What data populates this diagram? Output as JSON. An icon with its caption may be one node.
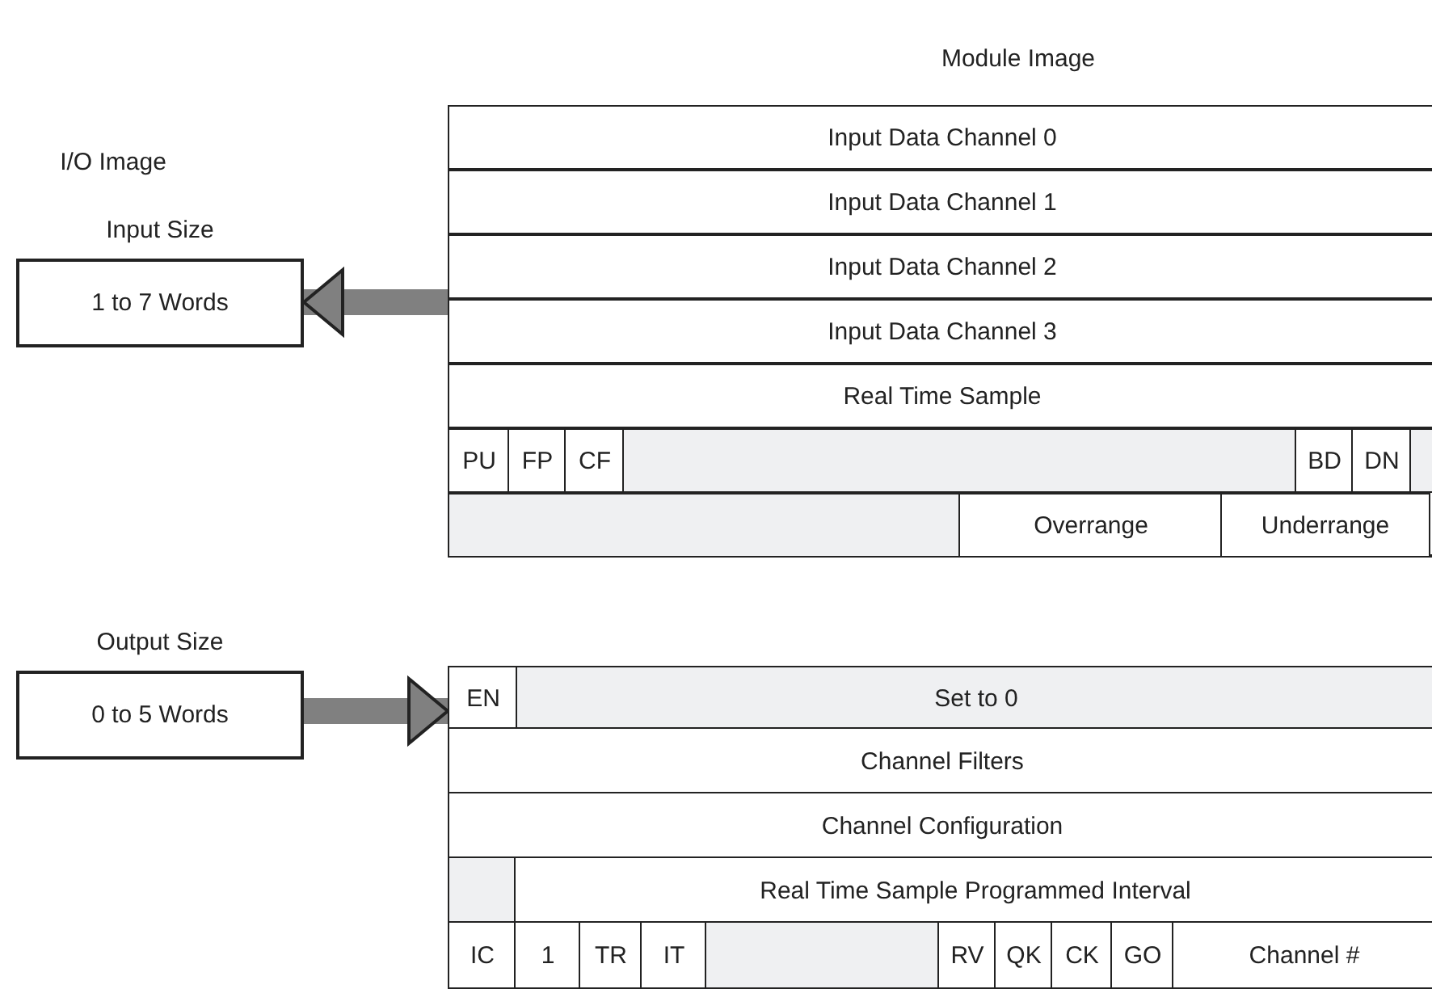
{
  "diagram": {
    "nodes": [
      {
        "text": [
          "1 to 7 Words"
        ],
        "beside": [
          "Input Size"
        ]
      },
      {
        "text": [
          "0 to 5 Words"
        ],
        "beside": [
          "Output Size"
        ]
      },
      {
        "text": [],
        "shape": "box"
      },
      {
        "text": [
          "Input Data Channel 0"
        ],
        "in": 2
      },
      {
        "text": [
          "Input Data Channel 1"
        ],
        "in": 2
      },
      {
        "text": [
          "Input Data Channel 2"
        ],
        "in": 2
      },
      {
        "text": [
          "Input Data Channel 3"
        ],
        "in": 2
      },
      {
        "text": [
          "Real Time Sample"
        ],
        "in": 2
      },
      {
        "text": [
          "PU"
        ],
        "in": 2
      },
      {
        "text": [
          "FP"
        ],
        "in": 2
      },
      {
        "text": [
          "CF"
        ],
        "in": 2
      },
      {
        "text": [],
        "shape": "box",
        "in": 2
      },
      {
        "text": [
          "BD"
        ],
        "in": 2
      },
      {
        "text": [
          "DN"
        ],
        "in": 2
      },
      {
        "text": [],
        "shape": "box",
        "in": 2
      },
      {
        "text": [],
        "shape": "box",
        "in": 2
      },
      {
        "text": [
          "Overrange"
        ],
        "in": 2
      },
      {
        "text": [
          "Underrange"
        ],
        "in": 2
      },
      {
        "text": [],
        "shape": "box"
      },
      {
        "text": [
          "EN"
        ],
        "in": 18
      },
      {
        "text": [
          "Set to 0"
        ],
        "in": 18
      },
      {
        "text": [
          "Channel  Filters"
        ],
        "in": 18
      },
      {
        "text": [
          "Channel Configuration"
        ],
        "in": 18
      },
      {
        "text": [],
        "shape": "box",
        "in": 18
      },
      {
        "text": [
          "Real Time Sample Programmed Interval"
        ],
        "in": 18
      },
      {
        "text": [
          "IC"
        ],
        "in": 18
      },
      {
        "text": [
          "1"
        ],
        "in": 18
      },
      {
        "text": [
          "TR"
        ],
        "in": 18
      },
      {
        "text": [
          "IT"
        ],
        "in": 18
      },
      {
        "text": [],
        "shape": "box",
        "in": 18
      },
      {
        "text": [
          "RV"
        ],
        "in": 18
      },
      {
        "text": [
          "QK"
        ],
        "in": 18
      },
      {
        "text": [
          "CK"
        ],
        "in": 18
      },
      {
        "text": [
          "GO"
        ],
        "in": 18
      },
      {
        "text": [
          "Channel #"
        ],
        "in": 18
      }
    ],
    "edges": [
      {
        "from": 2,
        "to": 0,
        "arrow": "to"
      },
      {
        "from": 1,
        "to": 18,
        "arrow": "to"
      }
    ],
    "labels": [
      "Module Image",
      "I/O Image"
    ]
  }
}
